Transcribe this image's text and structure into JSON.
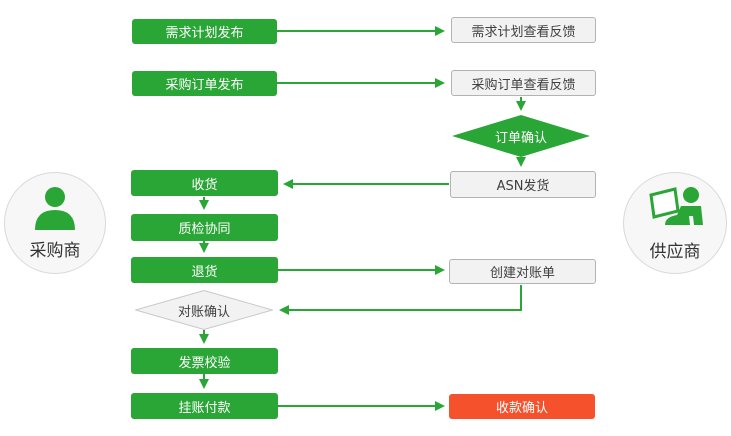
{
  "diagram": {
    "title": "procurement-supplier-collaboration-flow",
    "left_actor": {
      "label": "采购商"
    },
    "right_actor": {
      "label": "供应商"
    },
    "nodes": {
      "demand_plan_publish": {
        "label": "需求计划发布",
        "type": "process",
        "color": "green"
      },
      "demand_plan_feedback": {
        "label": "需求计划查看反馈",
        "type": "process",
        "color": "gray"
      },
      "po_publish": {
        "label": "采购订单发布",
        "type": "process",
        "color": "green"
      },
      "po_feedback": {
        "label": "采购订单查看反馈",
        "type": "process",
        "color": "gray"
      },
      "order_confirm": {
        "label": "订单确认",
        "type": "decision",
        "color": "green"
      },
      "asn_ship": {
        "label": "ASN发货",
        "type": "process",
        "color": "gray"
      },
      "receive": {
        "label": "收货",
        "type": "process",
        "color": "green"
      },
      "quality_collab": {
        "label": "质检协同",
        "type": "process",
        "color": "green"
      },
      "return_goods": {
        "label": "退货",
        "type": "process",
        "color": "green"
      },
      "create_statement": {
        "label": "创建对账单",
        "type": "process",
        "color": "gray"
      },
      "statement_confirm": {
        "label": "对账确认",
        "type": "decision",
        "color": "gray"
      },
      "invoice_verify": {
        "label": "发票校验",
        "type": "process",
        "color": "green"
      },
      "book_payment": {
        "label": "挂账付款",
        "type": "process",
        "color": "green"
      },
      "receipt_confirm": {
        "label": "收款确认",
        "type": "process",
        "color": "red"
      }
    },
    "edges": [
      {
        "from": "demand_plan_publish",
        "to": "demand_plan_feedback"
      },
      {
        "from": "po_publish",
        "to": "po_feedback"
      },
      {
        "from": "po_feedback",
        "to": "order_confirm"
      },
      {
        "from": "order_confirm",
        "to": "asn_ship"
      },
      {
        "from": "asn_ship",
        "to": "receive"
      },
      {
        "from": "receive",
        "to": "quality_collab"
      },
      {
        "from": "quality_collab",
        "to": "return_goods"
      },
      {
        "from": "return_goods",
        "to": "create_statement"
      },
      {
        "from": "create_statement",
        "to": "statement_confirm"
      },
      {
        "from": "statement_confirm",
        "to": "invoice_verify"
      },
      {
        "from": "invoice_verify",
        "to": "book_payment"
      },
      {
        "from": "book_payment",
        "to": "receipt_confirm"
      }
    ],
    "colors": {
      "green": "#2aa637",
      "red": "#f4512c",
      "box_bg": "#f2f2f2",
      "box_border": "#b3b3b3",
      "text_dark": "#3f3f3f"
    }
  }
}
